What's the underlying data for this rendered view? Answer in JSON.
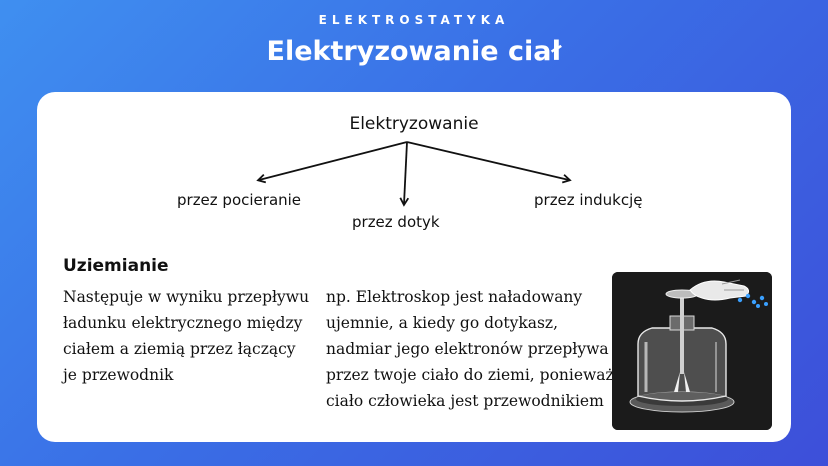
{
  "header": {
    "eyebrow": "ELEKTROSTATYKA",
    "title": "Elektryzowanie ciał"
  },
  "diagram": {
    "root": "Elektryzowanie",
    "branches": [
      "przez pocieranie",
      "przez dotyk",
      "przez indukcję"
    ]
  },
  "grounding": {
    "heading": "Uziemianie",
    "definition": "Następuje w wyniku przepływu ładunku elektrycznego między ciałem a ziemią przez łączący je przewodnik",
    "example": "np. Elektroskop jest naładowany ujemnie, a kiedy go dotykasz, nadmiar jego elektronów przepływa przez twoje ciało do ziemi, ponieważ ciało człowieka jest przewodnikiem"
  },
  "colors": {
    "background_start": "#3f8ff0",
    "background_end": "#3d4fd9",
    "card": "#ffffff",
    "electrons": "#3aa0ff"
  },
  "image": {
    "subject": "electroscope-being-touched-by-hand"
  }
}
